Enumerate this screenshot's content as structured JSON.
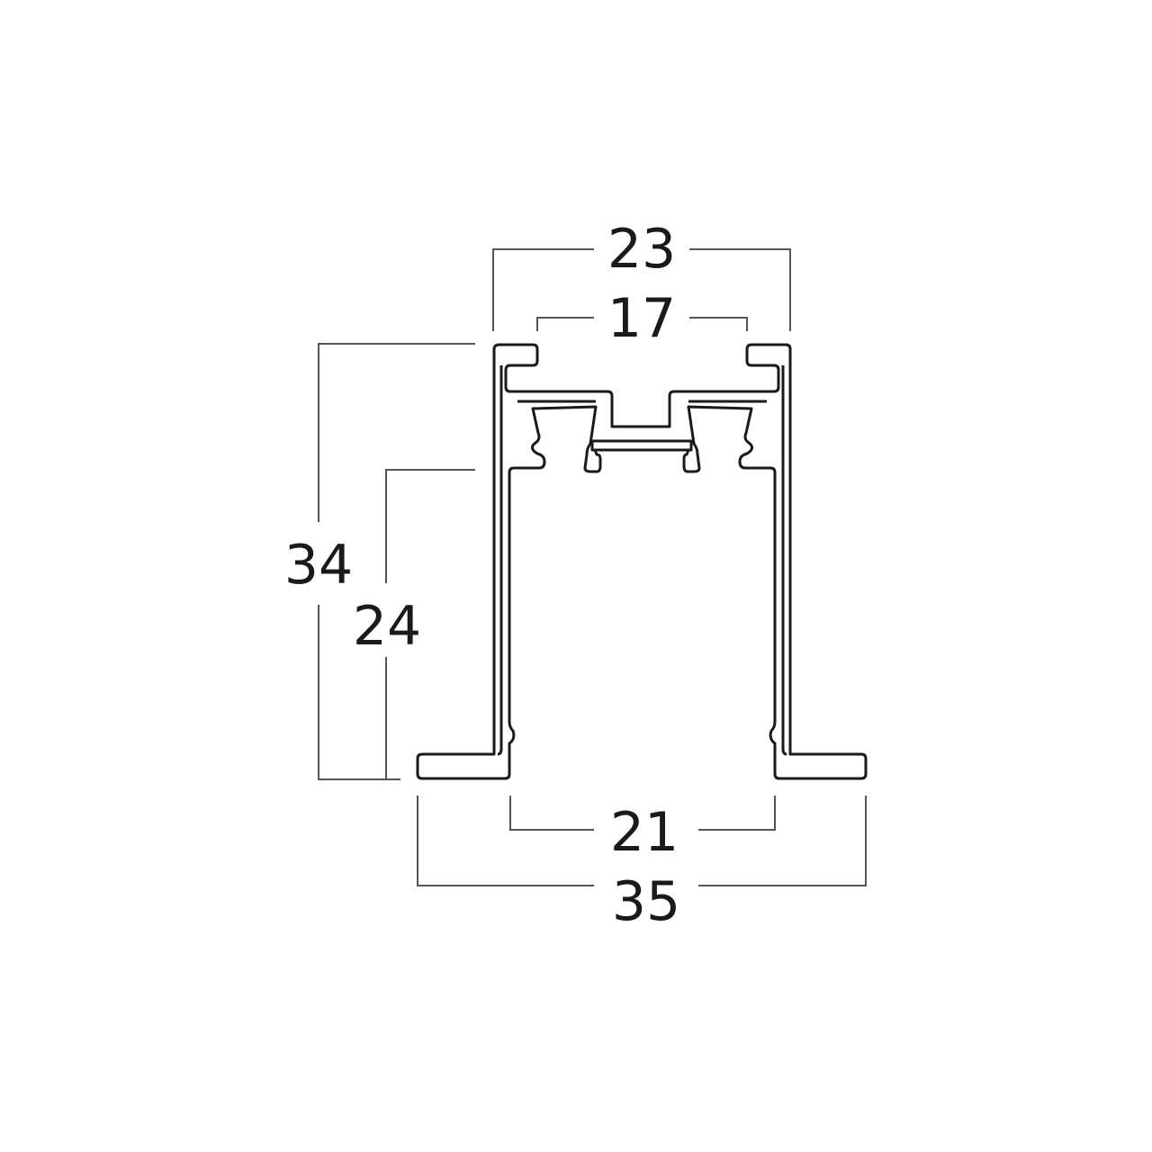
{
  "drawing": {
    "stroke_color": "#1a1a1a",
    "dimension_line_color": "#555555",
    "background": "#ffffff"
  },
  "dimensions": {
    "top_outer_width": "23",
    "top_opening_width": "17",
    "total_height": "34",
    "inner_height": "24",
    "inner_width": "21",
    "total_width": "35"
  }
}
